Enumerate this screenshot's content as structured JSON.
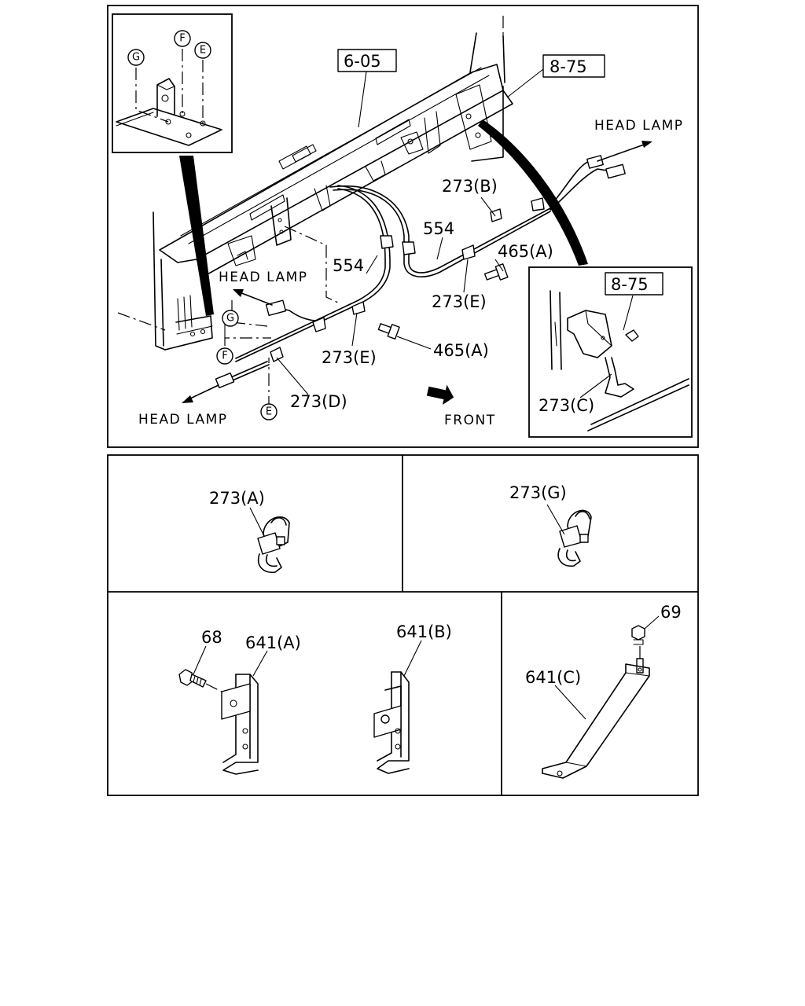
{
  "labels": {
    "ref_6_05": "6-05",
    "ref_8_75_top": "8-75",
    "ref_8_75_inset": "8-75",
    "head_lamp_right": "HEAD LAMP",
    "head_lamp_left_upper": "HEAD LAMP",
    "head_lamp_left_lower": "HEAD LAMP",
    "front": "FRONT",
    "p273b": "273(B)",
    "p554_right": "554",
    "p554_left": "554",
    "p465a_upper": "465(A)",
    "p465a_lower": "465(A)",
    "p273e_upper": "273(E)",
    "p273e_lower": "273(E)",
    "p273d": "273(D)",
    "p273c": "273(C)",
    "p273a": "273(A)",
    "p273g": "273(G)",
    "p68": "68",
    "p641a": "641(A)",
    "p641b": "641(B)",
    "p69": "69",
    "p641c": "641(C)"
  },
  "markers": {
    "inset_g": "G",
    "inset_f": "F",
    "inset_e": "E",
    "main_g": "G",
    "main_f": "F",
    "main_e": "E"
  }
}
